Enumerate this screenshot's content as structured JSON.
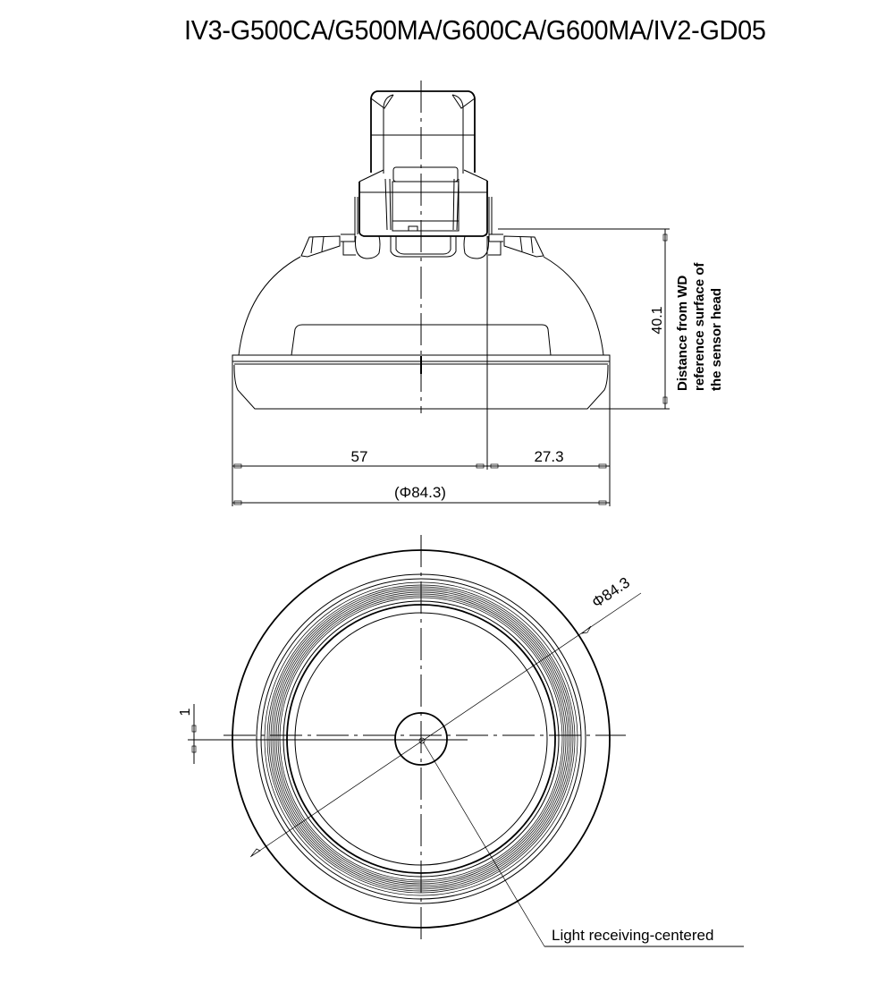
{
  "title": "IV3-G500CA/G500MA/G600CA/G600MA/IV2-GD05",
  "side_view": {
    "dim_height": "40.1",
    "dim_height_note_line1": "Distance from WD",
    "dim_height_note_line2": "reference surface of",
    "dim_height_note_line3": "the sensor head",
    "dim_left_width": "57",
    "dim_right_width": "27.3",
    "dim_overall_diameter": "(Φ84.3)"
  },
  "front_view": {
    "dim_diameter": "Φ84.3",
    "dim_offset": "1",
    "leader_label": "Light receiving-centered"
  },
  "colors": {
    "line": "#000000",
    "background": "#ffffff"
  }
}
